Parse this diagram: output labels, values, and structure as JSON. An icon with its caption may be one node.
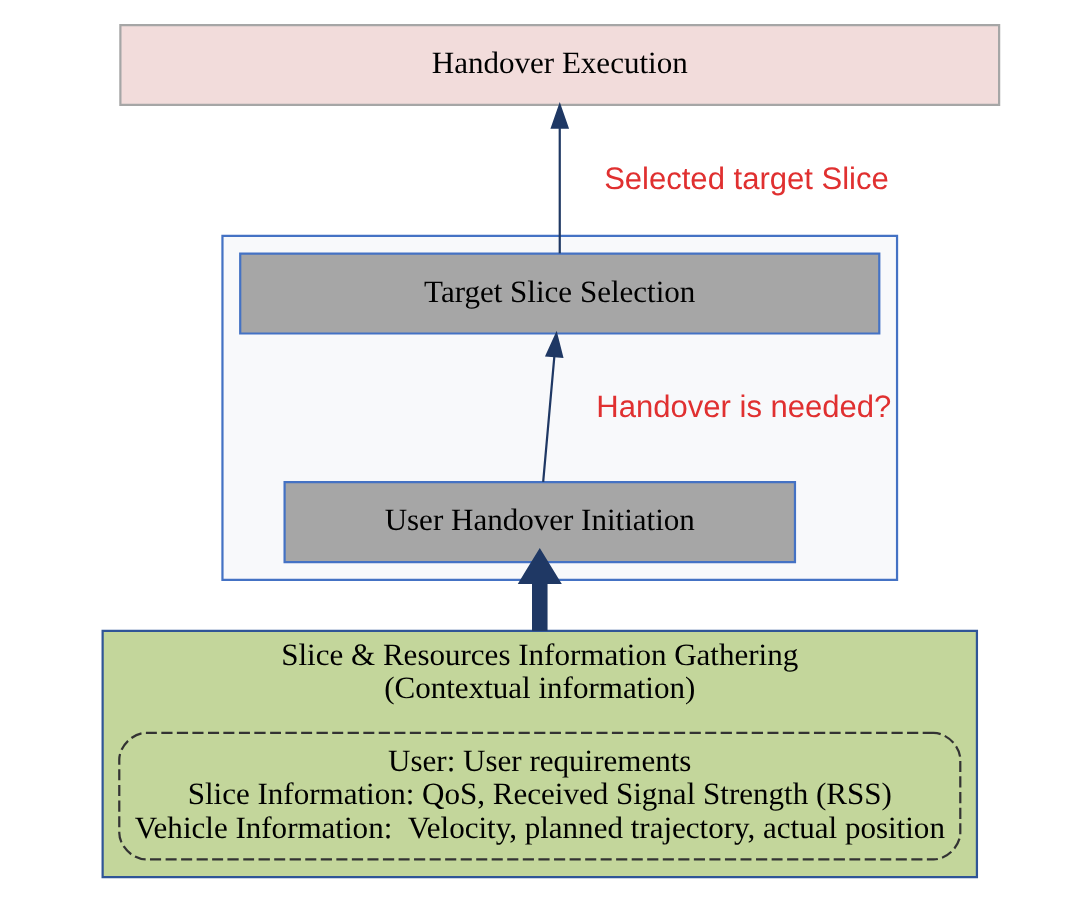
{
  "diagram": {
    "nodes": [
      {
        "text": [
          "Handover Execution"
        ]
      },
      {
        "text": [],
        "shape": "box"
      },
      {
        "text": [
          "Target Slice Selection"
        ],
        "in": 1
      },
      {
        "text": [
          "User Handover Initiation"
        ],
        "in": 1
      },
      {
        "text": [
          "Slice & Resources Information Gathering",
          "(Contextual information)"
        ]
      },
      {
        "text": [
          "User: User requirements",
          "Slice Information: QoS, Received Signal Strength (RSS)",
          "Vehicle Information:  Velocity, planned trajectory, actual position"
        ],
        "in": 4
      }
    ],
    "edges": [
      {
        "from": 4,
        "to": 3,
        "arrow": "to",
        "style": "thick",
        "color": "#1f3864"
      },
      {
        "from": 3,
        "to": 2,
        "arrow": "to",
        "label": "Handover is needed?"
      },
      {
        "from": 2,
        "to": 0,
        "arrow": "to",
        "label": "Selected target Slice"
      }
    ]
  }
}
